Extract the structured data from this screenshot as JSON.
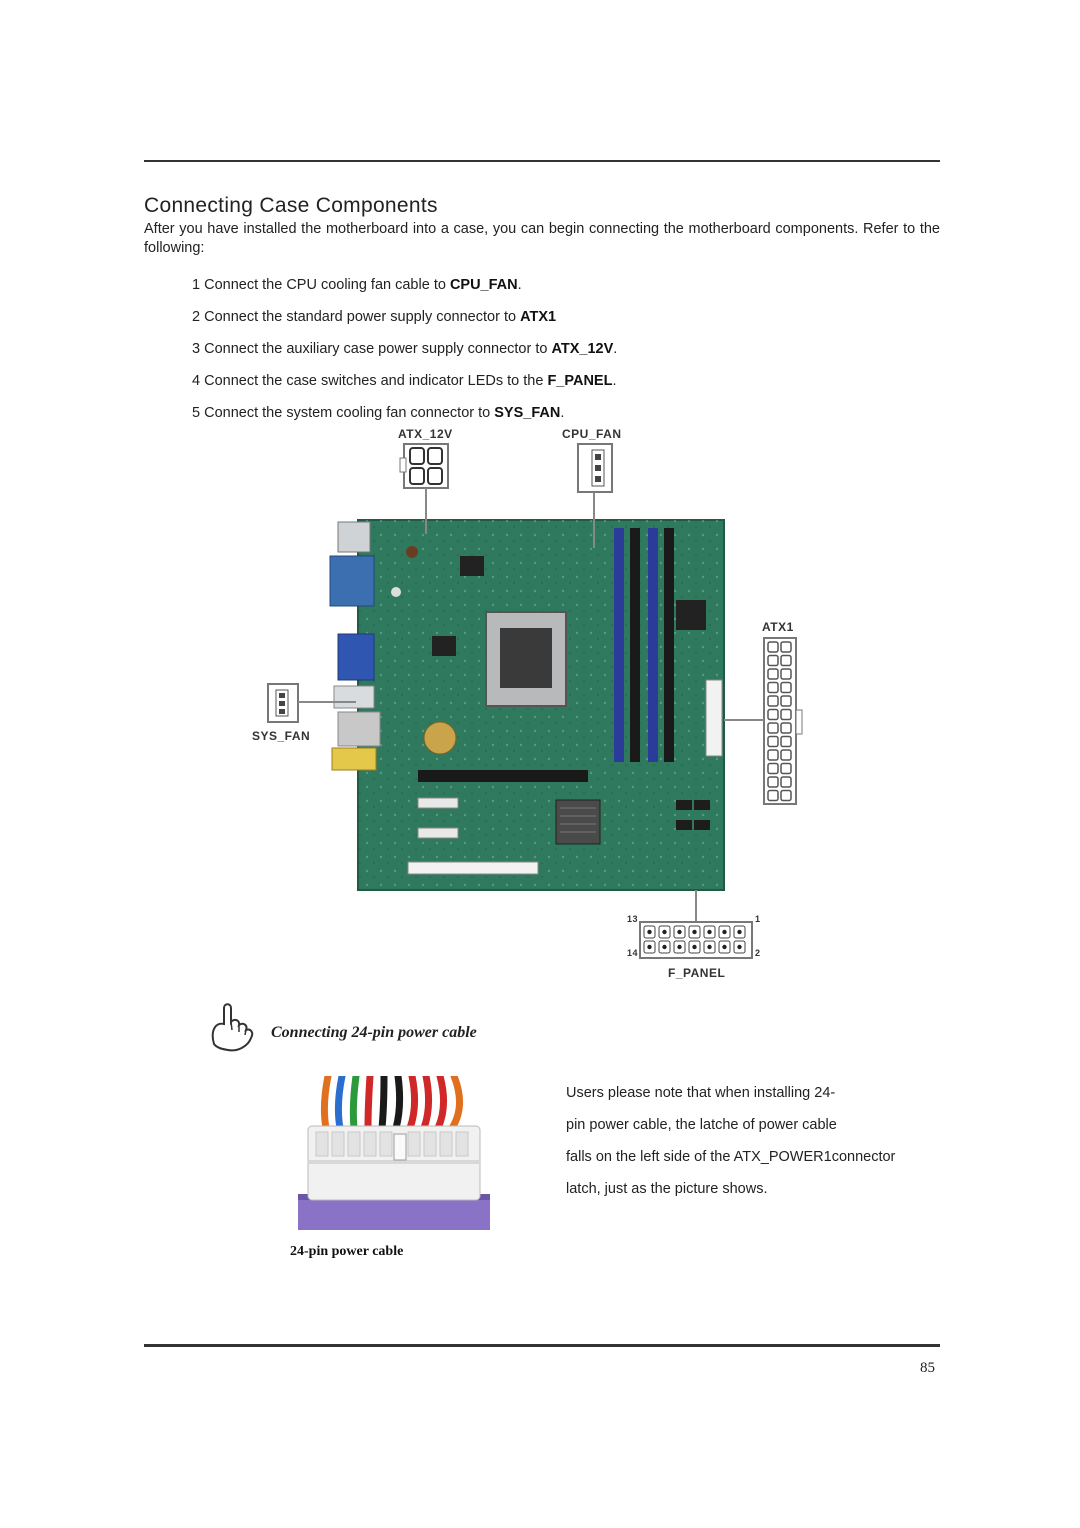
{
  "header": {
    "title": "Connecting Case Components",
    "intro": "After you have installed the motherboard into a case, you can begin connecting the motherboard components. Refer to the following:"
  },
  "steps": [
    {
      "text": "1 Connect the CPU cooling fan cable to ",
      "bold": "CPU_FAN",
      "suffix": "."
    },
    {
      "text": "2 Connect the standard power supply connector to ",
      "bold": "ATX1",
      "suffix": ""
    },
    {
      "text": "3 Connect the auxiliary case power supply connector to ",
      "bold": "ATX_12V",
      "suffix": "."
    },
    {
      "text": "4 Connect the case switches and indicator LEDs to the ",
      "bold": "F_PANEL",
      "suffix": "."
    },
    {
      "text": "5 Connect the system cooling fan connector to ",
      "bold": "SYS_FAN",
      "suffix": "."
    }
  ],
  "figure": {
    "labels": {
      "atx12v": "ATX_12V",
      "cpufan": "CPU_FAN",
      "atx1": "ATX1",
      "sysfan": "SYS_FAN",
      "fpanel": "F_PANEL",
      "pin13": "13",
      "pin1": "1",
      "pin14": "14",
      "pin2": "2"
    }
  },
  "note": {
    "title": "Connecting 24-pin power cable",
    "lines": [
      "Users please note that when installing 24-",
      "pin power cable, the latche of power cable",
      "falls on the left side of the ATX_POWER1connector",
      "latch, just as the picture shows."
    ],
    "caption": "24-pin power cable"
  },
  "footer": {
    "page_number": "85"
  }
}
